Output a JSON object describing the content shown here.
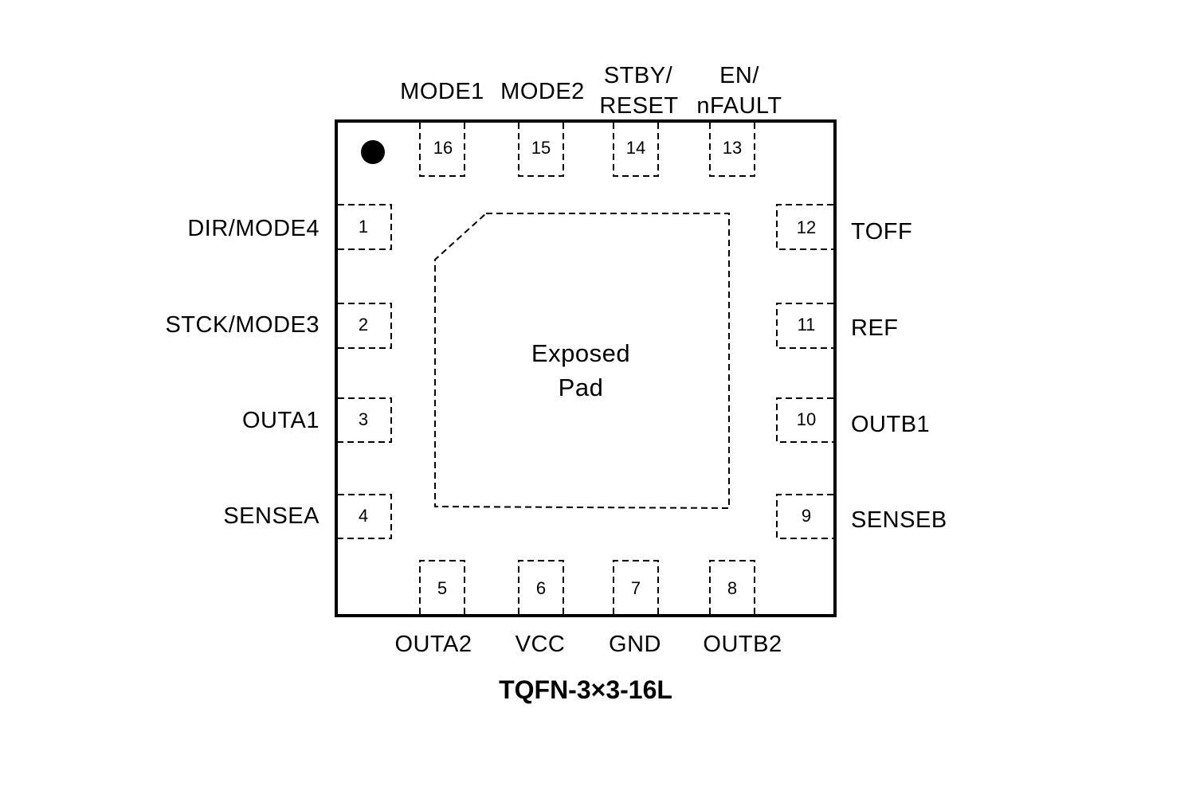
{
  "package": {
    "name": "TQFN-3×3-16L",
    "exposed_pad_label_line1": "Exposed",
    "exposed_pad_label_line2": "Pad",
    "pin1_marker": "pin-1-indicator-dot"
  },
  "pins": {
    "left": [
      {
        "number": "1",
        "name": "DIR/MODE4"
      },
      {
        "number": "2",
        "name": "STCK/MODE3"
      },
      {
        "number": "3",
        "name": "OUTA1"
      },
      {
        "number": "4",
        "name": "SENSEA"
      }
    ],
    "bottom": [
      {
        "number": "5",
        "name": "OUTA2"
      },
      {
        "number": "6",
        "name": "VCC"
      },
      {
        "number": "7",
        "name": "GND"
      },
      {
        "number": "8",
        "name": "OUTB2"
      }
    ],
    "right": [
      {
        "number": "9",
        "name": "SENSEB"
      },
      {
        "number": "10",
        "name": "OUTB1"
      },
      {
        "number": "11",
        "name": "REF"
      },
      {
        "number": "12",
        "name": "TOFF"
      }
    ],
    "top": [
      {
        "number": "13",
        "name_line1": "EN/",
        "name_line2": "nFAULT"
      },
      {
        "number": "14",
        "name_line1": "STBY/",
        "name_line2": "RESET"
      },
      {
        "number": "15",
        "name_line1": "",
        "name_line2": "MODE2"
      },
      {
        "number": "16",
        "name_line1": "",
        "name_line2": "MODE1"
      }
    ]
  }
}
